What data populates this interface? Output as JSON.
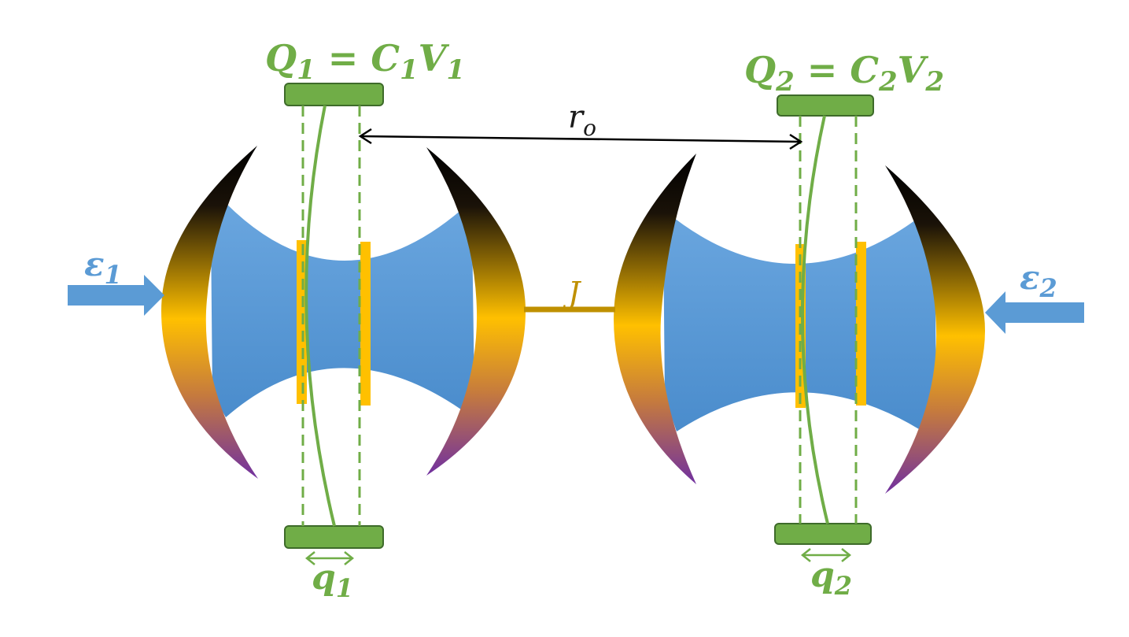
{
  "labels": {
    "charge_1": "Q",
    "charge_1_sub": "1",
    "charge_1_eq": " = C",
    "charge_1_sub2": "1",
    "charge_1_v": "V",
    "charge_1_sub3": "1",
    "charge_2": "Q",
    "charge_2_sub": "2",
    "charge_2_eq": " = C",
    "charge_2_sub2": "2",
    "charge_2_v": "V",
    "charge_2_sub3": "2",
    "separation": "r",
    "separation_sub": "o",
    "coupling": "J",
    "drive_1": "ε",
    "drive_1_sub": "1",
    "drive_2": "ε",
    "drive_2_sub": "2",
    "displacement_1": "q",
    "displacement_1_sub": "1",
    "displacement_2": "q",
    "displacement_2_sub": "2"
  },
  "colors": {
    "green": "#70ad47",
    "green_dark": "#3e6b2a",
    "blue": "#5b9bd5",
    "gold": "#ffc000",
    "gold_line": "#bf9000",
    "purple": "#7030a0",
    "black": "#000000"
  }
}
